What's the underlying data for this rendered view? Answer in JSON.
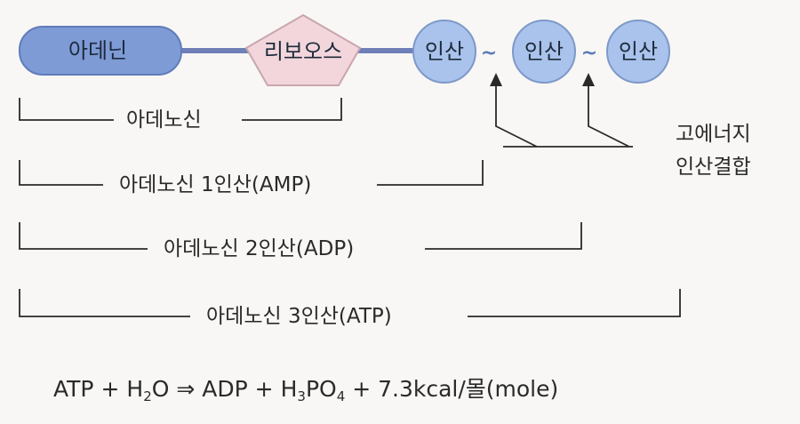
{
  "molecule": {
    "adenine": "아데닌",
    "ribose": "리보오스",
    "phosphates": [
      "인산",
      "인산",
      "인산"
    ],
    "bond_symbol": "~"
  },
  "brackets": {
    "adenosine": "아데노신",
    "amp": "아데노신 1인산(AMP)",
    "adp": "아데노신 2인산(ADP)",
    "atp": "아데노신 3인산(ATP)"
  },
  "high_energy_bond": {
    "line1": "고에너지",
    "line2": "인산결합"
  },
  "equation": {
    "lhs_atp": "ATP",
    "plus1": "+",
    "water_h": "H",
    "water_sub": "2",
    "water_o": "O",
    "arrow": "⇒",
    "rhs_adp": "ADP",
    "plus2": "+",
    "acid_h": "H",
    "acid_h_sub": "3",
    "acid_p": "PO",
    "acid_o_sub": "4",
    "plus3": "+",
    "energy": "7.3kcal/몰(mole)"
  },
  "colors": {
    "adenine_fill": "#7e9bd6",
    "ribose_fill": "#f2d6dc",
    "phosphate_fill": "#a9c3ec",
    "chain_line": "#6f80b8"
  }
}
